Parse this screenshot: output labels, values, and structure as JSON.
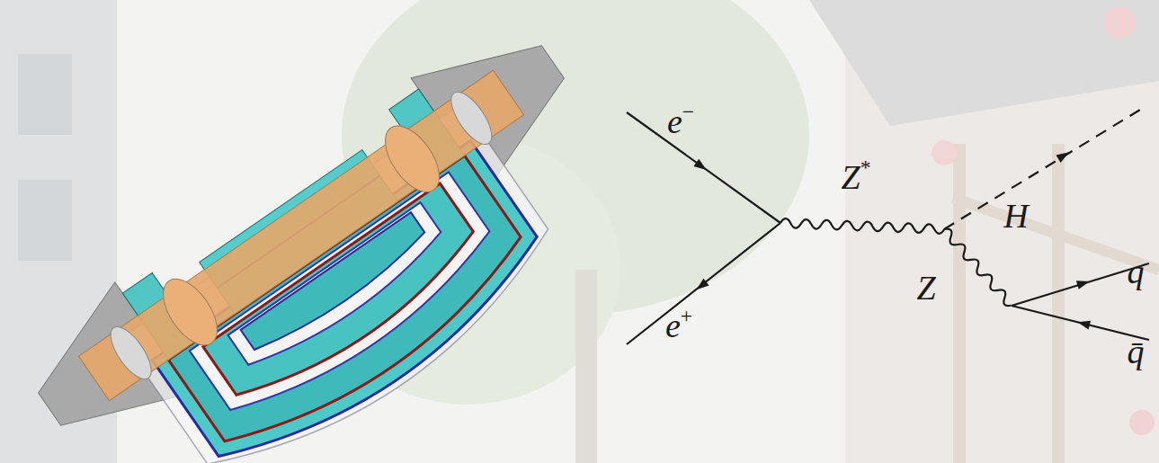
{
  "diagram": {
    "labels": [
      "e−",
      "Z*",
      "H",
      "Z",
      "q",
      "q̄",
      "e+"
    ]
  }
}
